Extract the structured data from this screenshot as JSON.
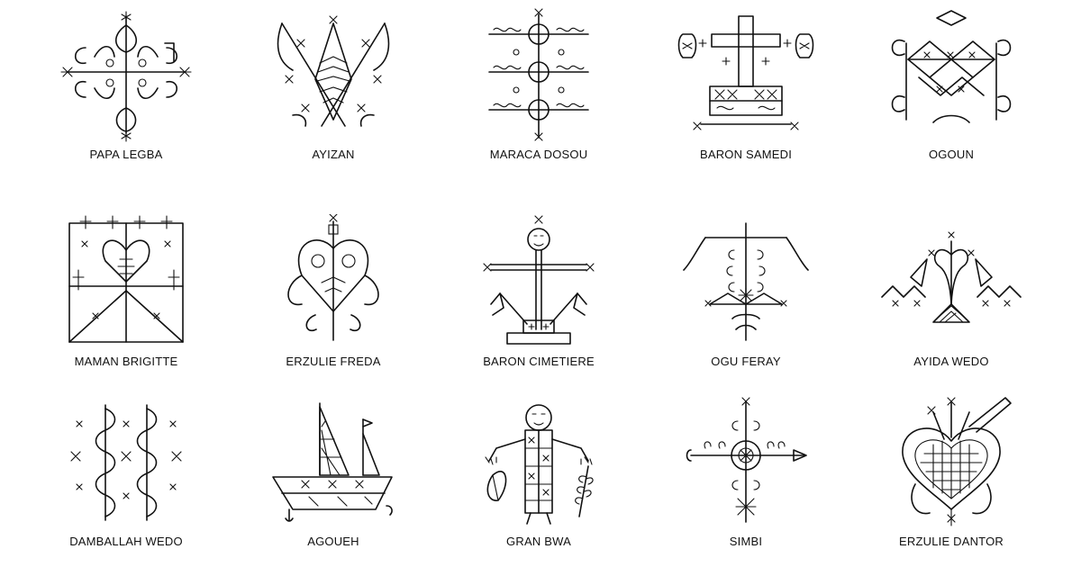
{
  "veves": [
    {
      "name": "PAPA LEGBA",
      "icon": "papa-legba-veve-icon"
    },
    {
      "name": "AYIZAN",
      "icon": "ayizan-veve-icon"
    },
    {
      "name": "MARACA DOSOU",
      "icon": "maraca-dosou-veve-icon"
    },
    {
      "name": "BARON SAMEDI",
      "icon": "baron-samedi-veve-icon"
    },
    {
      "name": "OGOUN",
      "icon": "ogoun-veve-icon"
    },
    {
      "name": "MAMAN BRIGITTE",
      "icon": "maman-brigitte-veve-icon"
    },
    {
      "name": "ERZULIE FREDA",
      "icon": "erzulie-freda-veve-icon"
    },
    {
      "name": "BARON CIMETIERE",
      "icon": "baron-cimetiere-veve-icon"
    },
    {
      "name": "OGU FERAY",
      "icon": "ogu-feray-veve-icon"
    },
    {
      "name": "AYIDA WEDO",
      "icon": "ayida-wedo-veve-icon"
    },
    {
      "name": "DAMBALLAH WEDO",
      "icon": "damballah-wedo-veve-icon"
    },
    {
      "name": "AGOUEH",
      "icon": "agoueh-veve-icon"
    },
    {
      "name": "GRAN BWA",
      "icon": "gran-bwa-veve-icon"
    },
    {
      "name": "SIMBI",
      "icon": "simbi-veve-icon"
    },
    {
      "name": "ERZULIE DANTOR",
      "icon": "erzulie-dantor-veve-icon"
    }
  ],
  "colors": {
    "ink": "#111111",
    "background": "#ffffff"
  }
}
